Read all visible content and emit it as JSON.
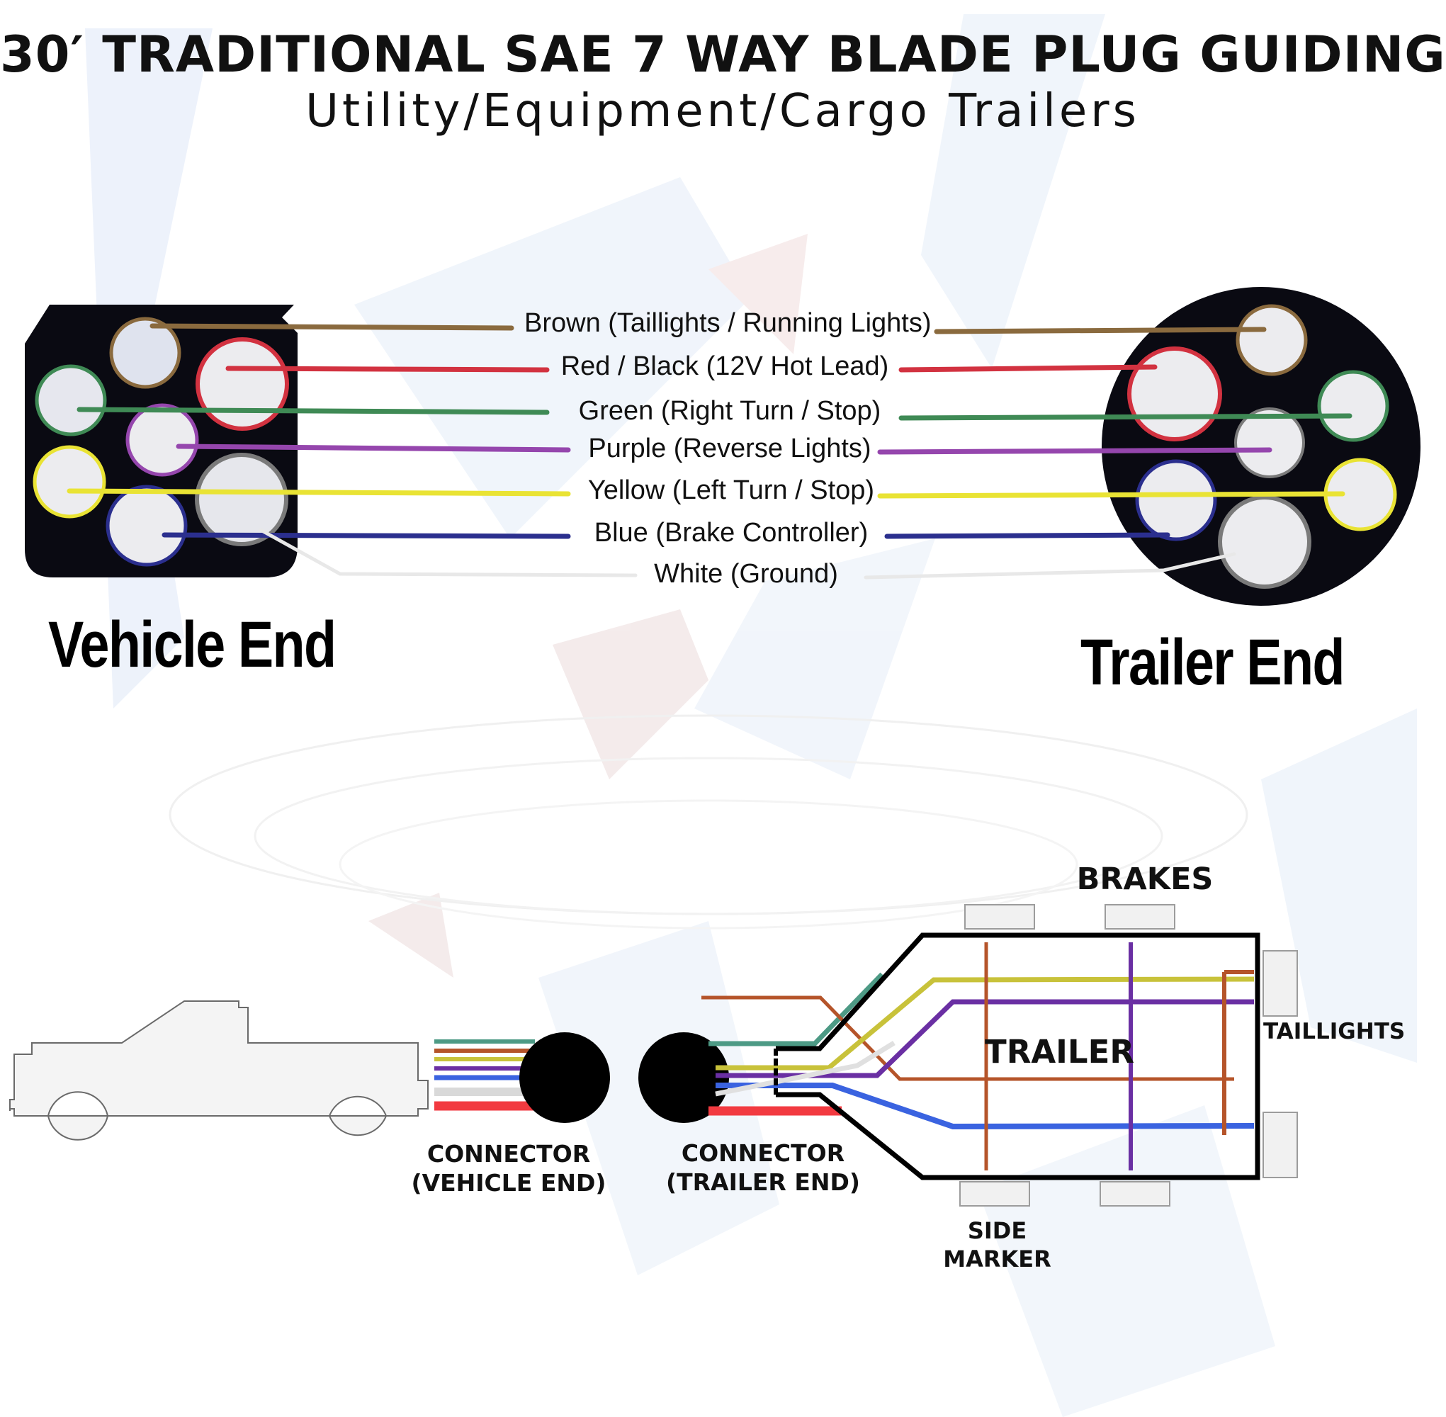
{
  "title": "30′ TRADITIONAL SAE 7 WAY BLADE PLUG GUIDING",
  "subtitle": "Utility/Equipment/Cargo Trailers",
  "wires": [
    {
      "label": "Brown (Taillights / Running Lights)",
      "color": "#8a6a3e"
    },
    {
      "label": "Red / Black (12V Hot Lead)",
      "color": "#d23240"
    },
    {
      "label": "Green  (Right Turn /  Stop)",
      "color": "#3f8a55"
    },
    {
      "label": "Purple (Reverse Lights)",
      "color": "#9546ad"
    },
    {
      "label": "Yellow (Left Turn /  Stop)",
      "color": "#e9e334"
    },
    {
      "label": "Blue (Brake Controller)",
      "color": "#2b2f8e"
    },
    {
      "label": "White (Ground)",
      "color": "#e8e8e8"
    }
  ],
  "vehicle_end_label": "Vehicle End",
  "trailer_end_label": "Trailer End",
  "diagram": {
    "brakes": "BRAKES",
    "trailer": "TRAILER",
    "taillights": "TAILLIGHTS",
    "side_marker_line1": "SIDE",
    "side_marker_line2": "MARKER",
    "connector_vehicle_line1": "CONNECTOR",
    "connector_vehicle_line2": "(VEHICLE END)",
    "connector_trailer_line1": "CONNECTOR",
    "connector_trailer_line2": "(TRAILER END)"
  }
}
